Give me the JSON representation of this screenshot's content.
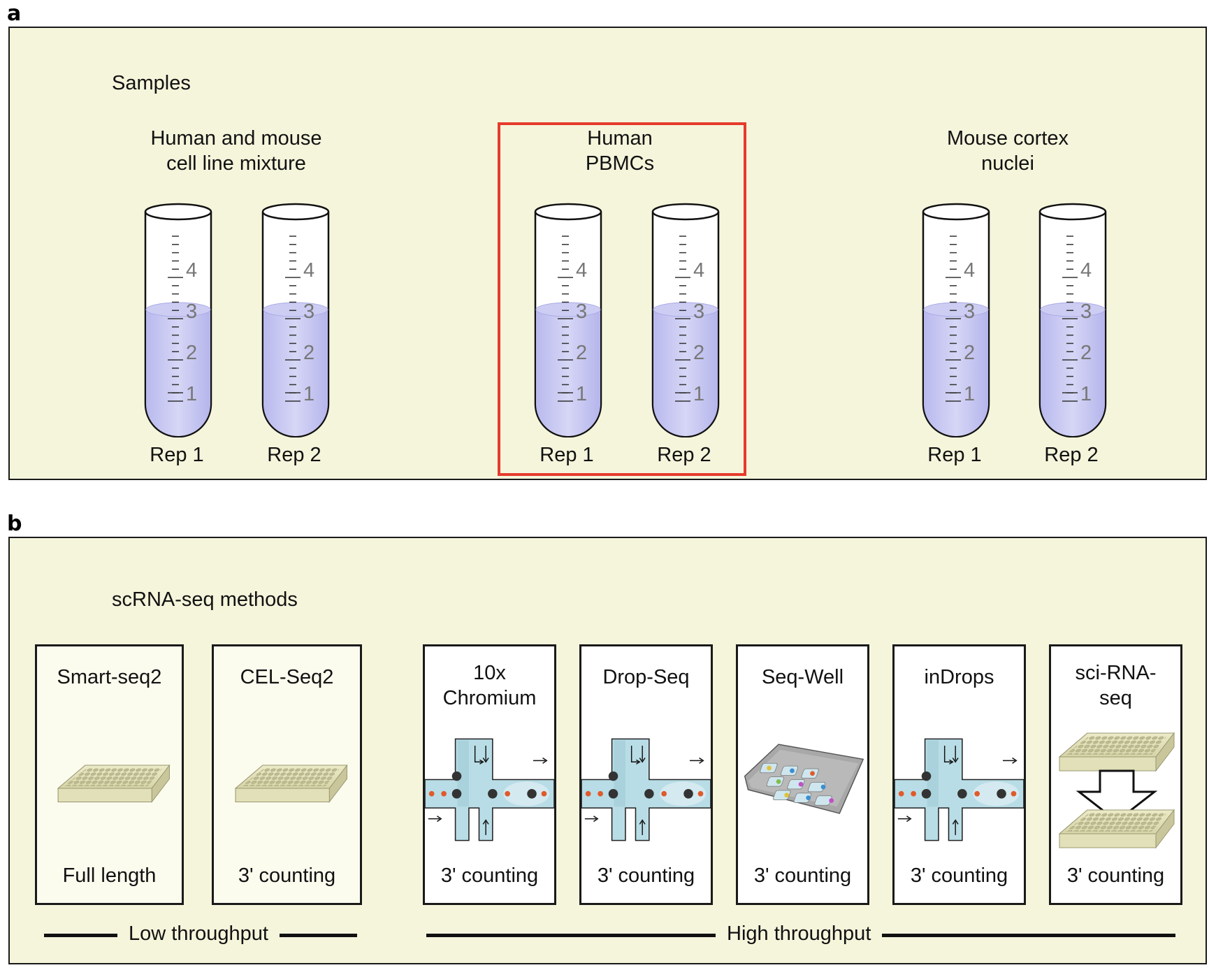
{
  "panel_a": {
    "letter": "a",
    "section_label": "Samples",
    "groups": [
      {
        "title_line1": "Human and mouse",
        "title_line2": "cell line mixture",
        "rep1": "Rep 1",
        "rep2": "Rep 2"
      },
      {
        "title_line1": "Human",
        "title_line2": "PBMCs",
        "rep1": "Rep 1",
        "rep2": "Rep 2"
      },
      {
        "title_line1": "Mouse cortex",
        "title_line2": "nuclei",
        "rep1": "Rep 1",
        "rep2": "Rep 2"
      }
    ],
    "tube_scale": [
      "1",
      "2",
      "3",
      "4"
    ],
    "highlighted_group": "Human PBMCs"
  },
  "panel_b": {
    "letter": "b",
    "section_label": "scRNA-seq methods",
    "methods": [
      {
        "title_line1": "Smart-seq2",
        "title_line2": "",
        "foot": "Full length",
        "icon": "well-plate-icon"
      },
      {
        "title_line1": "CEL-Seq2",
        "title_line2": "",
        "foot": "3' counting",
        "icon": "well-plate-icon"
      },
      {
        "title_line1": "10x",
        "title_line2": "Chromium",
        "foot": "3' counting",
        "icon": "microfluidic-junction-icon"
      },
      {
        "title_line1": "Drop-Seq",
        "title_line2": "",
        "foot": "3' counting",
        "icon": "microfluidic-junction-icon"
      },
      {
        "title_line1": "Seq-Well",
        "title_line2": "",
        "foot": "3' counting",
        "icon": "microwell-array-icon"
      },
      {
        "title_line1": "inDrops",
        "title_line2": "",
        "foot": "3' counting",
        "icon": "microfluidic-junction-icon"
      },
      {
        "title_line1": "sci-RNA-",
        "title_line2": "seq",
        "foot": "3' counting",
        "icon": "plate-transfer-icon"
      }
    ],
    "brackets": {
      "low": "Low throughput",
      "high": "High throughput"
    }
  },
  "colors": {
    "panel_bg": "#f5f5dc",
    "highlight": "#e53b2c",
    "liquid": "#c6c6f2",
    "channel": "#b9dde6",
    "droplet_red": "#e05a2b",
    "bead": "#333333"
  }
}
